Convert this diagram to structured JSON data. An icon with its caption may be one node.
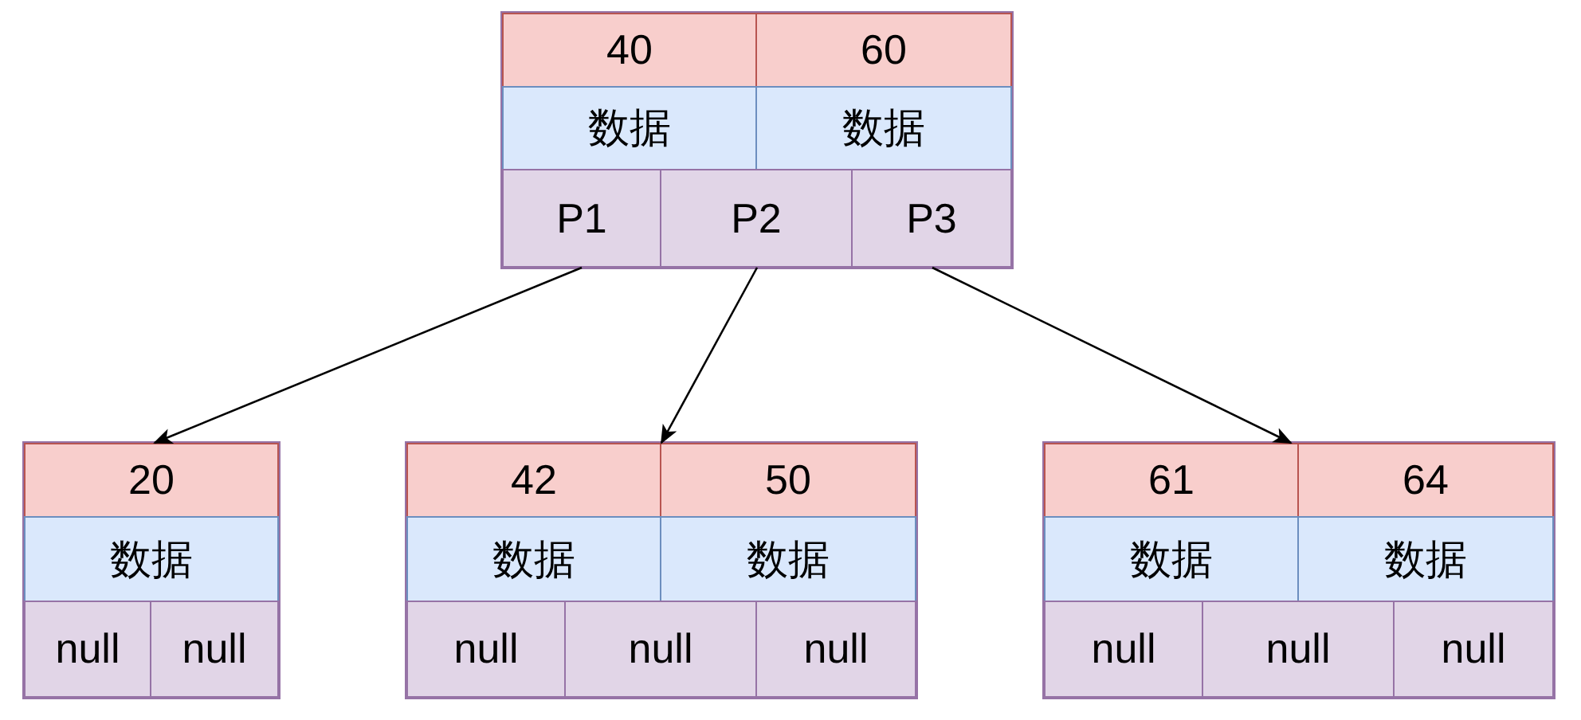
{
  "diagram": {
    "nodes": [
      {
        "text": [],
        "shape": "box"
      },
      {
        "text": [
          "40"
        ],
        "in": 0
      },
      {
        "text": [
          "60"
        ],
        "in": 0
      },
      {
        "text": [
          "数据"
        ],
        "in": 0
      },
      {
        "text": [
          "数据"
        ],
        "in": 0
      },
      {
        "text": [
          "P1"
        ],
        "in": 0
      },
      {
        "text": [
          "P2"
        ],
        "in": 0
      },
      {
        "text": [
          "P3"
        ],
        "in": 0
      },
      {
        "text": [],
        "shape": "box"
      },
      {
        "text": [
          "20"
        ],
        "in": 8
      },
      {
        "text": [
          "数据"
        ],
        "in": 8
      },
      {
        "text": [
          "null"
        ],
        "in": 8
      },
      {
        "text": [
          "null"
        ],
        "in": 8
      },
      {
        "text": [],
        "shape": "box"
      },
      {
        "text": [
          "42"
        ],
        "in": 13
      },
      {
        "text": [
          "50"
        ],
        "in": 13
      },
      {
        "text": [
          "数据"
        ],
        "in": 13
      },
      {
        "text": [
          "数据"
        ],
        "in": 13
      },
      {
        "text": [
          "null"
        ],
        "in": 13
      },
      {
        "text": [
          "null"
        ],
        "in": 13
      },
      {
        "text": [
          "null"
        ],
        "in": 13
      },
      {
        "text": [],
        "shape": "box"
      },
      {
        "text": [
          "61"
        ],
        "in": 21
      },
      {
        "text": [
          "64"
        ],
        "in": 21
      },
      {
        "text": [
          "数据"
        ],
        "in": 21
      },
      {
        "text": [
          "数据"
        ],
        "in": 21
      },
      {
        "text": [
          "null"
        ],
        "in": 21
      },
      {
        "text": [
          "null"
        ],
        "in": 21
      },
      {
        "text": [
          "null"
        ],
        "in": 21
      }
    ],
    "edges": [
      {
        "from": 5,
        "to": 8,
        "arrow": "to"
      },
      {
        "from": 6,
        "to": 13,
        "arrow": "to"
      },
      {
        "from": 7,
        "to": 21,
        "arrow": "to"
      }
    ]
  }
}
